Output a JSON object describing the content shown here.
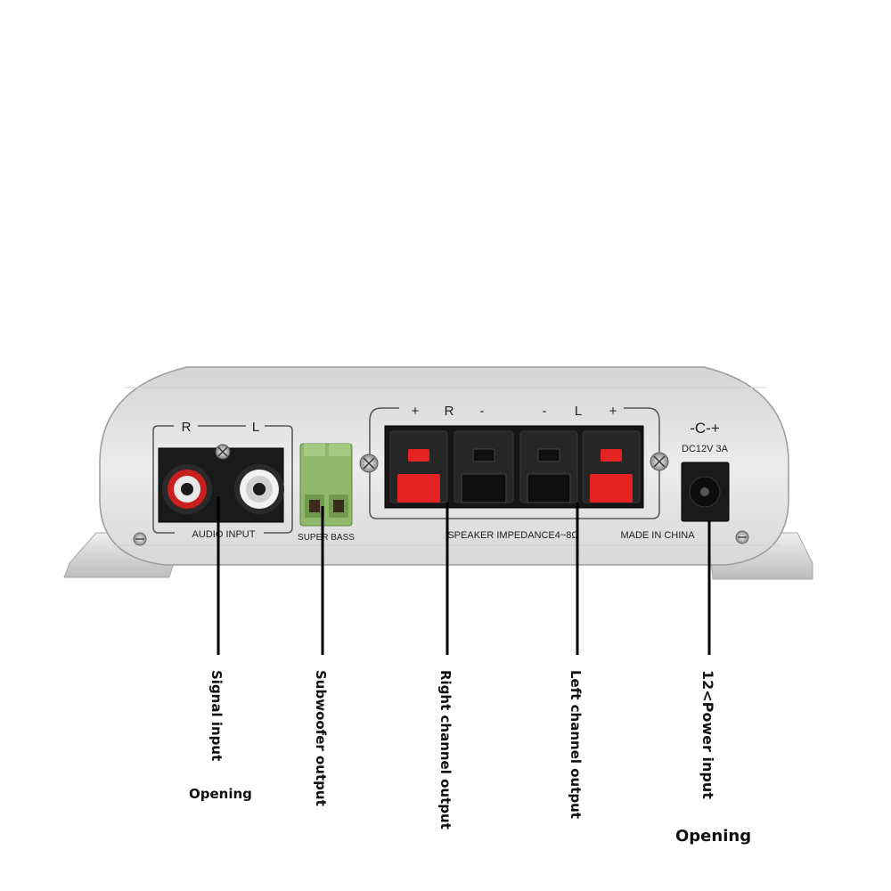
{
  "panel": {
    "rl_label": "R",
    "ll_label": "L",
    "audio_input": "AUDIO INPUT",
    "super_bass": "SUPER BASS",
    "speaker_signs": [
      "+",
      "R",
      "-",
      "-",
      "L",
      "+"
    ],
    "speaker_impedance": "SPEAKER IMPEDANCE4~8Ω",
    "dc_rating": "DC12V 3A",
    "dc_polarity": "-C-+",
    "made_in": "MADE IN CHINA"
  },
  "callouts": {
    "signal_input": "Signal input",
    "signal_opening": "Opening",
    "subwoofer": "Subwoofer output",
    "right_channel": "Right channel output",
    "left_channel": "Left channel output",
    "power_input": "12<Power input",
    "power_opening": "Opening"
  },
  "colors": {
    "chassis": "#e6e6e6",
    "rca_red": "#c8201e",
    "rca_white": "#f2f2f2",
    "terminal_green": "#8fb86a",
    "clip_red": "#e52222",
    "terminal_black": "#1c1c1c"
  }
}
